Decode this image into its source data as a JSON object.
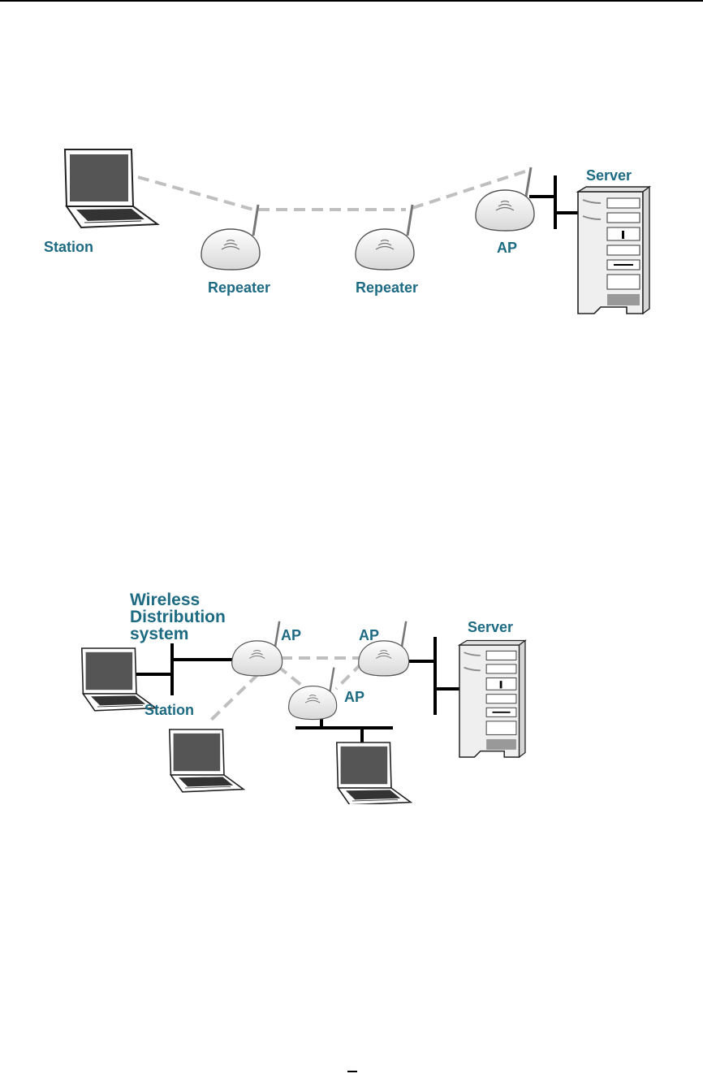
{
  "colors": {
    "label": "#1d6a83",
    "wireless_link": "#bfbfbf",
    "wired_link": "#000000"
  },
  "diagram1": {
    "labels": {
      "station": "Station",
      "repeater_1": "Repeater",
      "repeater_2": "Repeater",
      "ap": "AP",
      "server": "Server"
    }
  },
  "diagram2": {
    "labels": {
      "wds_line1": "Wireless",
      "wds_line2": "Distribution",
      "wds_line3": "system",
      "station": "Station",
      "ap_left": "AP",
      "ap_right": "AP",
      "ap_center": "AP",
      "server": "Server"
    }
  }
}
